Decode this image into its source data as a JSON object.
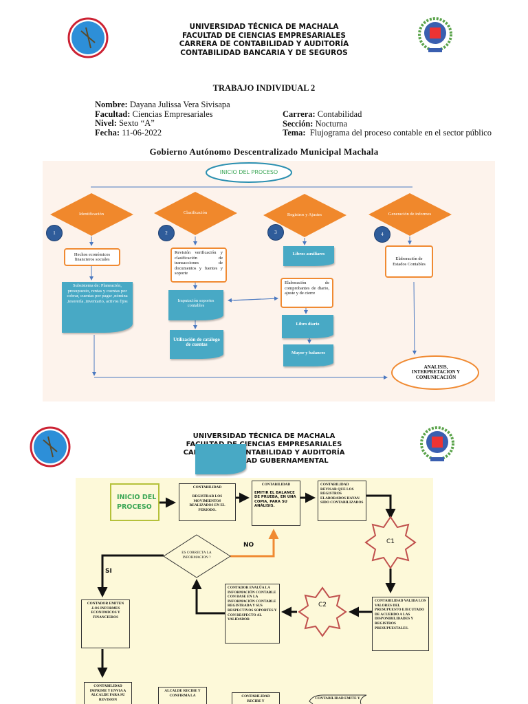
{
  "header": {
    "lines": [
      "UNIVERSIDAD TÉCNICA DE MACHALA",
      "FACULTAD DE CIENCIAS EMPRESARIALES",
      "CARRERA DE CONTABILIDAD Y AUDITORÍA",
      "CONTABILIDAD BANCARIA Y DE SEGUROS"
    ]
  },
  "title": "TRABAJO INDIVIDUAL 2",
  "info": {
    "nombre_label": "Nombre:",
    "nombre": "Dayana Julissa Vera Sivisapa",
    "facultad_label": "Facultad:",
    "facultad": "Ciencias Empresariales",
    "nivel_label": "Nivel:",
    "nivel": "Sexto “A”",
    "fecha_label": "Fecha:",
    "fecha": "11-06-2022",
    "carrera_label": "Carrera:",
    "carrera": "Contabilidad",
    "seccion_label": "Sección:",
    "seccion": "Nocturna",
    "tema_label": "Tema:",
    "tema": "Flujograma del proceso contable en el sector público"
  },
  "subtitle": "Gobierno Autónomo Descentralizado Municipal Machala",
  "flow1": {
    "start": "INICIO DEL PROCESO",
    "steps": [
      {
        "num": "1",
        "label": "Identificación"
      },
      {
        "num": "2",
        "label": "Clasificación"
      },
      {
        "num": "3",
        "label": "Registros y Ajustes"
      },
      {
        "num": "4",
        "label": "Generación de informes"
      }
    ],
    "hechos": "Hechos económicos financieros sociales",
    "subsistema": "Subsistema de: Planeación, presupuesto, rentas y cuentas por cobrar, cuentas por pagar ,nómina ,tesorería ,inventario, activos fijos",
    "revision": "Revisión verificación y clasificación de transacciones de documentos y fuentes y soporte",
    "imputacion": "Imputación soportes contables",
    "utilizacion": "Utilización de catálogo de cuentas",
    "libros_aux": "Libros auxiliares",
    "elaboracion_comp": "Elaboración de comprobantes de diario, ajuste y de cierre",
    "libro_diario": "Libro diario",
    "mayor": "Mayor y balances",
    "estados": "Elaboración de Estados Contables",
    "end": "ANALISIS, INTERPRETACION Y COMUNICACIÓN"
  },
  "header2": {
    "lines": [
      "UNIVERSIDAD TÉCNICA DE MACHALA",
      "FACULTAD DE CIENCIAS EMPRESARIALES",
      "CARRERA DE CONTABILIDAD Y AUDITORÍA",
      "CONTABILIDAD GUBERNAMENTAL"
    ]
  },
  "flow2": {
    "start": "INICIO DEL PROCESO",
    "box1": "CONTABILIDAD\n\nREGISTRAR LOS MOVIMIENTOS REALIZADOS EN EL PERIODO.",
    "box2_head": "CONTABILIDAD",
    "box2": "EMITIR EL BALANCE DE PRUEBA, EN UNA COPIA, PARA SU ANÁLISIS.",
    "box3": "CONTABILIDAD REVISAR QUE LOS REGISTROS ELABORADOS HAYAN SIDO CONTABILIZADOS",
    "c1": "C1",
    "c2": "C2",
    "decision": "ES CORRECTA LA INFORMACION ?",
    "no": "NO",
    "si": "SI",
    "valida": "CONTABILIDAD VALIDA LOS VALORES DEL PRESUPUESTO EJECUTADO DE ACUERDO A LAS DISPONIBILIDADES Y REGISTROS PRESUPUESTALES.",
    "evalua": "CONTADOR EVALÚA LA INFORMACIÓN CONTABLE CON BASE EN LA INFORMACIÓN CONTABLE REGISTRADA Y SUS RESPECTIVOS SOPORTES Y CON RESPECTO AL VALIDADOR",
    "emiten": "CONTADOR EMITEN .LOS INFORMES ECONOMICOS Y FINANCIEROS",
    "imprime": "CONTABILIDAD IMPRIME Y ENVIA A ALCALDE PARA SU REVISION",
    "alcalde": "ALCALDE RECIBE Y CONFIRMA LA",
    "recibe": "CONTABILIDAD RECIBE Y",
    "emite": "CONTABILIDAD EMITE Y"
  },
  "colors": {
    "orange": "#f08a32",
    "teal": "#48a9c5",
    "navy": "#2f5c9a",
    "panel1": "#fdf3ec",
    "panel2": "#fdf9d9",
    "star": "#c0504d",
    "green": "#3aa655"
  }
}
